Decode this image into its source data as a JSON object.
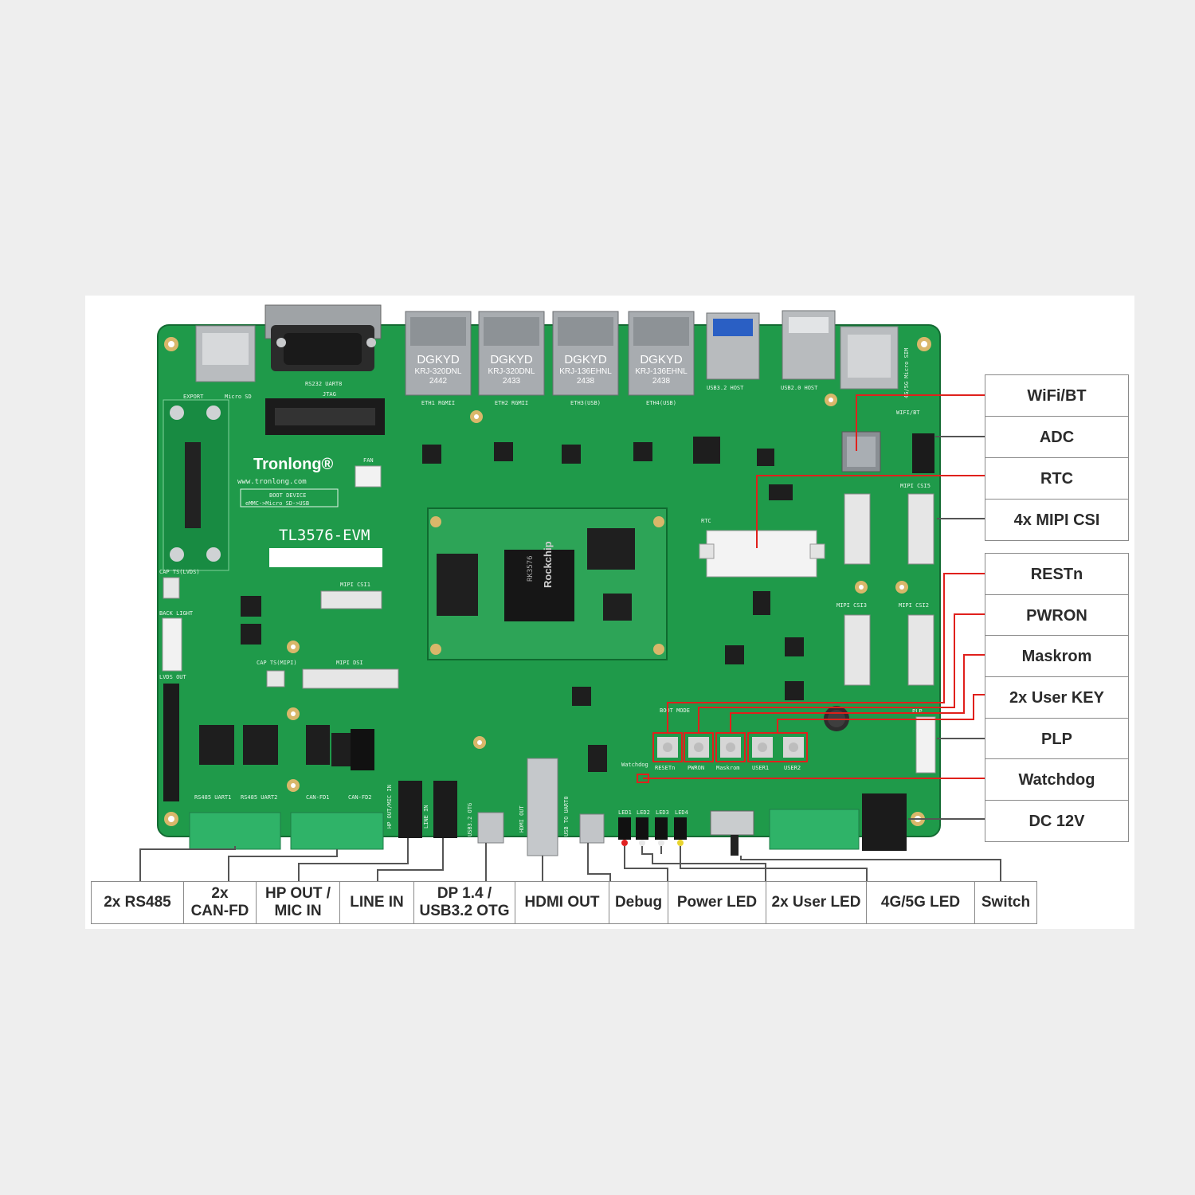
{
  "board": {
    "brand": "Tronlong®",
    "website": "www.tronlong.com",
    "model": "TL3576-EVM",
    "boot_device_title": "BOOT DEVICE",
    "boot_device_order": "eMMC->Micro SD->USB",
    "silkscreen": {
      "rs232": "RS232 UART8",
      "jtag": "JTAG",
      "export": "EXPORT",
      "micro_sd": "Micro SD",
      "fan": "FAN",
      "usb_host_1": "USB3.2 HOST",
      "usb_host_2": "USB2.0 HOST",
      "sim": "4G/5G Micro SIM",
      "wifi_bt": "WIFI/BT",
      "rtc": "RTC",
      "mipi_csi0": "MIPI CSI1",
      "mipi_csi3": "MIPI CSI3",
      "mipi_csi2": "MIPI CSI2",
      "mipi_csi5": "MIPI CSI5",
      "mipi_dsi": "MIPI DSI",
      "cap_lvds": "CAP TS(LVDS)",
      "cap_mipi": "CAP TS(MIPI)",
      "back_light": "BACK LIGHT",
      "lvds_out": "LVDS OUT",
      "rs485_uart1": "RS485 UART1",
      "rs485_uart2": "RS485 UART2",
      "can_fd1": "CAN-FD1",
      "can_fd2": "CAN-FD2",
      "hp_out_mic": "HP OUT/MIC IN",
      "line_in": "LINE IN",
      "usb_otg": "USB3.2 OTG",
      "hdmi_out": "HDMI OUT",
      "usb_uart": "USB TO UART0",
      "boot_mode": "BOOT MODE",
      "resetn": "RESETn",
      "pwron": "PWRON",
      "maskrom": "Maskrom",
      "user1": "USER1",
      "user2": "USER2",
      "watchdog": "Watchdog",
      "plp": "PLP",
      "leds": [
        "LED1",
        "LED2",
        "LED3",
        "LED4"
      ],
      "rockchip": "Rockchip",
      "soc": "RK3576",
      "eth_ports": [
        {
          "brand": "DGKYD",
          "part": "KRJ-320DNL",
          "code": "2442",
          "label": "ETH1 RGMII"
        },
        {
          "brand": "DGKYD",
          "part": "KRJ-320DNL",
          "code": "2433",
          "label": "ETH2 RGMII"
        },
        {
          "brand": "DGKYD",
          "part": "KRJ-136EHNL",
          "code": "2438",
          "label": "ETH3(USB)"
        },
        {
          "brand": "DGKYD",
          "part": "KRJ-136EHNL",
          "code": "2438",
          "label": "ETH4(USB)"
        }
      ]
    }
  },
  "callouts_right": [
    "WiFi/BT",
    "ADC",
    "RTC",
    "4x MIPI CSI",
    "RESTn",
    "PWRON",
    "Maskrom",
    "2x User KEY",
    "PLP",
    "Watchdog",
    "DC 12V"
  ],
  "callouts_bottom": [
    "2x RS485",
    "2x\nCAN-FD",
    "HP OUT /\nMIC IN",
    "LINE IN",
    "DP 1.4 /\nUSB3.2 OTG",
    "HDMI OUT",
    "Debug",
    "Power LED",
    "2x User LED",
    "4G/5G LED",
    "Switch"
  ],
  "colors": {
    "pcb": "#1f9a4a",
    "pcb_dark": "#157a38",
    "callout_line_red": "#e0201c",
    "callout_line_grey": "#555555",
    "terminal_green": "#2fb368"
  }
}
